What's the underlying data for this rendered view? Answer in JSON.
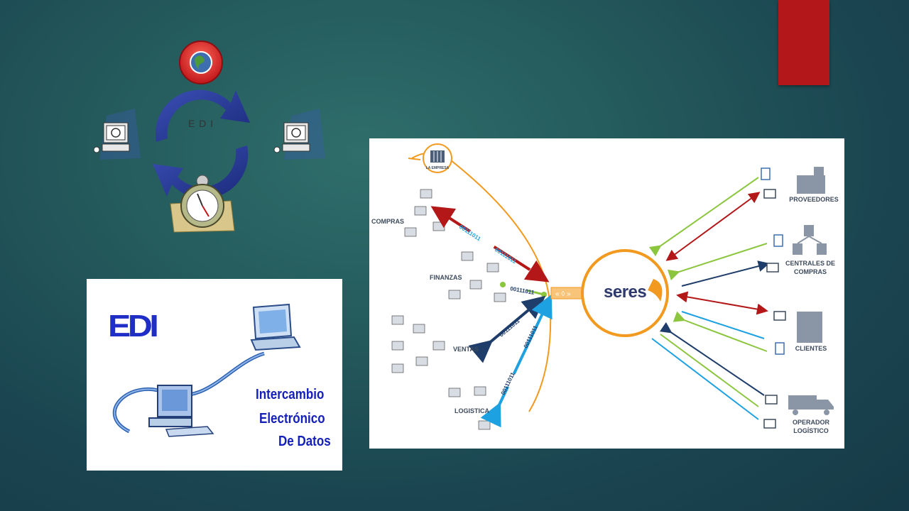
{
  "cycle_diagram": {
    "label": "E D I"
  },
  "edi_panel": {
    "logo": "EDI",
    "line1": "Intercambio",
    "line2": "Electrónico",
    "line3": "De Datos"
  },
  "seres_diagram": {
    "company_tag": "LA EMPRESA",
    "hub_logo": "seres",
    "departments": [
      "COMPRAS",
      "FINANZAS",
      "VENTAS",
      "LOGISTICA"
    ],
    "partners": [
      "PROVEEDORES",
      "CENTRALES DE COMPRAS",
      "CLIENTES",
      "OPERADOR LOGÍSTICO"
    ],
    "binary_code": "00111011",
    "colors": {
      "orange": "#f29a1f",
      "dark_red": "#b31717",
      "green": "#8cc63f",
      "navy": "#1f3d6b",
      "light_blue": "#1ea1e0"
    }
  },
  "colors": {
    "accent_red": "#b3171a",
    "edi_blue": "#1f2ec7"
  }
}
